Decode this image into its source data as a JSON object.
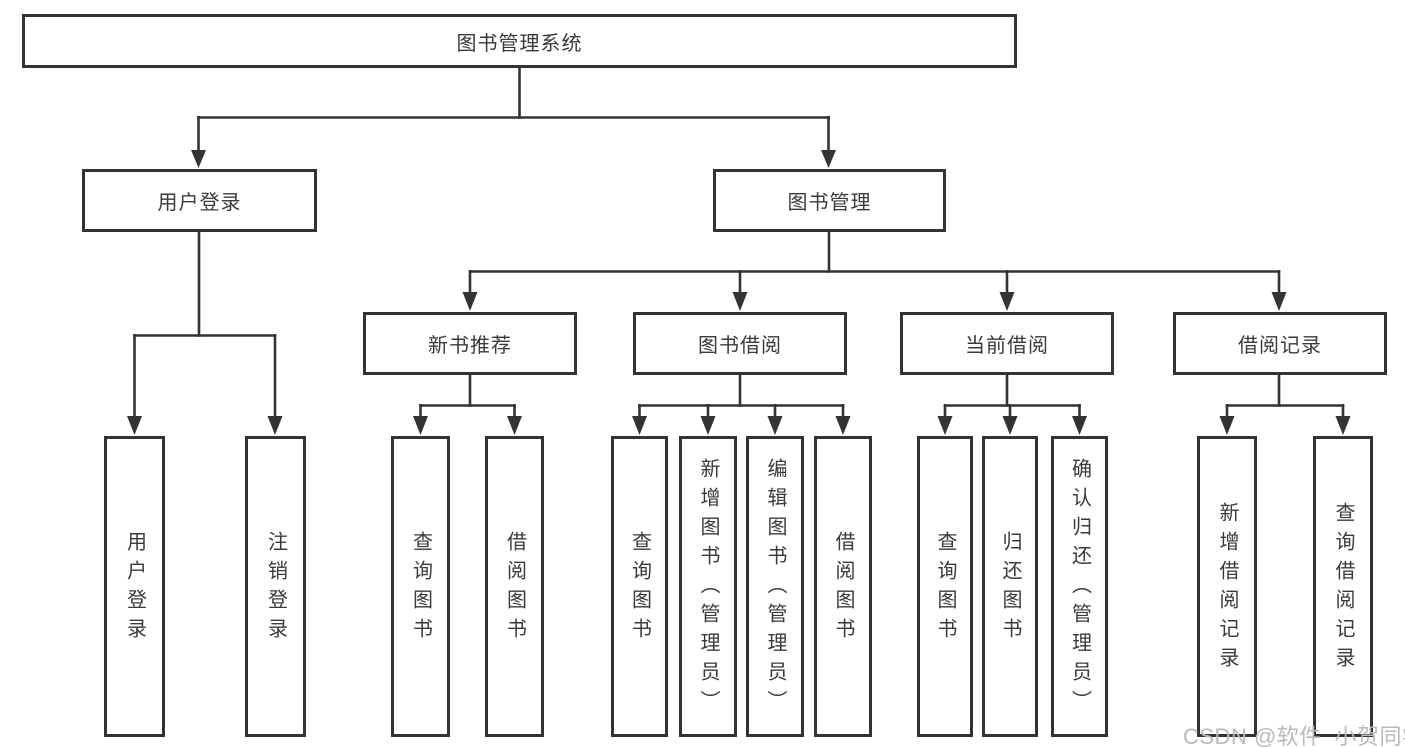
{
  "tree": {
    "root": "图书管理系统",
    "branches": [
      {
        "label": "用户登录",
        "children": [
          {
            "label": "用户登录"
          },
          {
            "label": "注销登录"
          }
        ]
      },
      {
        "label": "图书管理",
        "children": [
          {
            "label": "新书推荐",
            "children": [
              {
                "label": "查询图书"
              },
              {
                "label": "借阅图书"
              }
            ]
          },
          {
            "label": "图书借阅",
            "children": [
              {
                "label": "查询图书"
              },
              {
                "label": "新增图书（管理员）"
              },
              {
                "label": "编辑图书（管理员）"
              },
              {
                "label": "借阅图书"
              }
            ]
          },
          {
            "label": "当前借阅",
            "children": [
              {
                "label": "查询图书"
              },
              {
                "label": "归还图书"
              },
              {
                "label": "确认归还（管理员）"
              }
            ]
          },
          {
            "label": "借阅记录",
            "children": [
              {
                "label": "新增借阅记录"
              },
              {
                "label": "查询借阅记录"
              }
            ]
          }
        ]
      }
    ]
  },
  "watermark": {
    "text": "CSDN @软件_小贺同学"
  },
  "colors": {
    "line": "#333333",
    "text": "#3a3a3e",
    "watermark": "#b6bac0",
    "background": "#ffffff"
  }
}
